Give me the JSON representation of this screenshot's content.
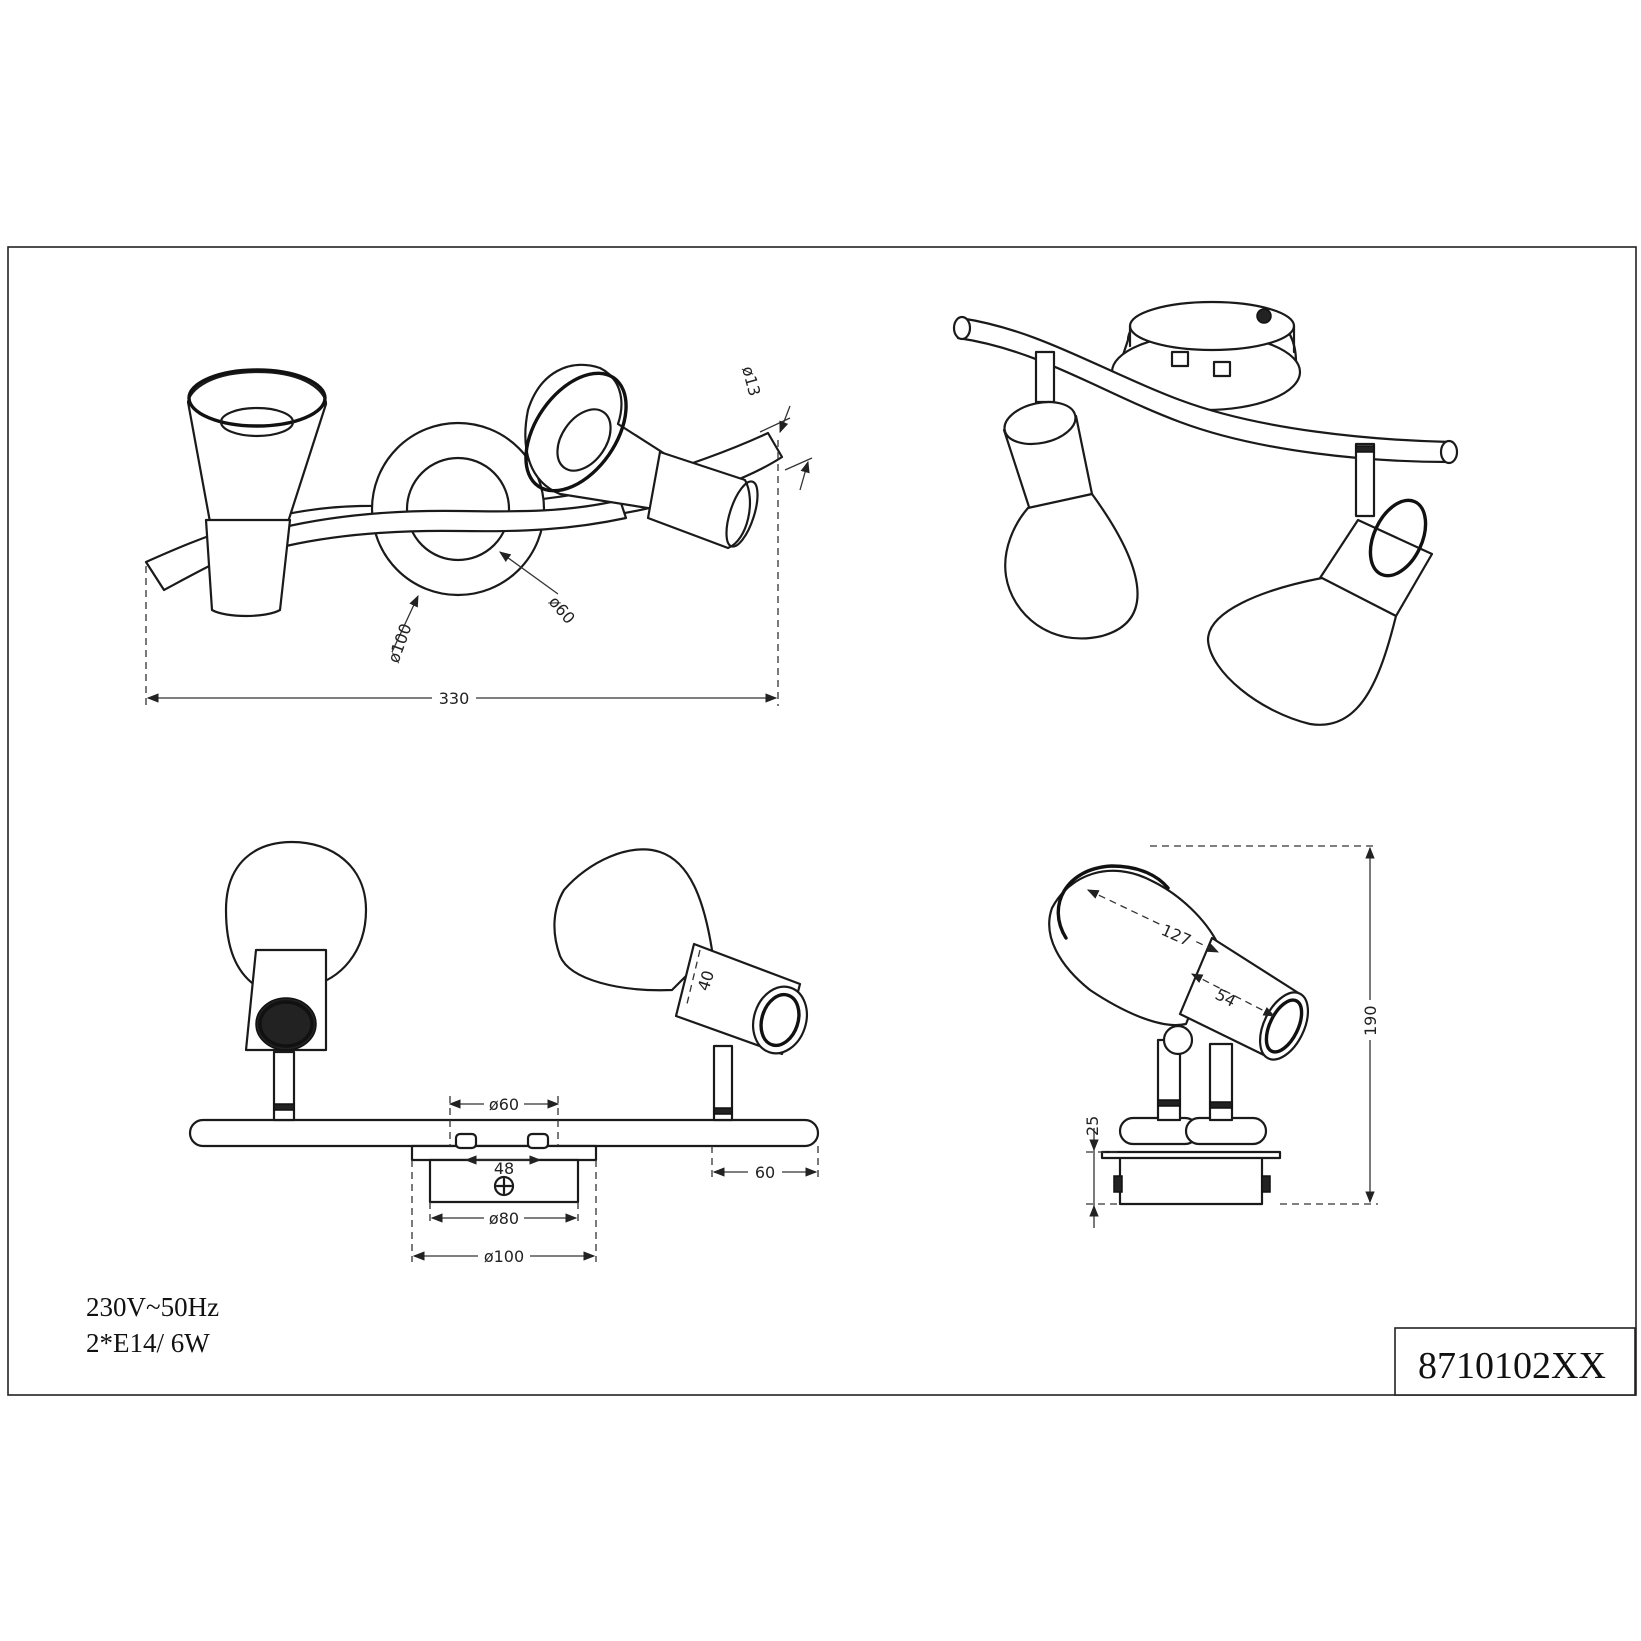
{
  "specs": {
    "voltage": "230V~50Hz",
    "bulbs": "2*E14/ 6W"
  },
  "model_number": "8710102XX",
  "dimensions": {
    "top_view": {
      "tube_diameter": "ø13",
      "base_outer": "ø100",
      "base_inner": "ø60",
      "overall_length": "330"
    },
    "front_view": {
      "shade_neck": "40",
      "top_plate": "ø60",
      "hole_spacing": "48",
      "canopy_inner": "ø80",
      "canopy_outer": "ø100",
      "arm_overhang": "60"
    },
    "side_view": {
      "shade_length": "127",
      "neck_length": "54",
      "total_height": "190",
      "base_height": "25"
    }
  }
}
